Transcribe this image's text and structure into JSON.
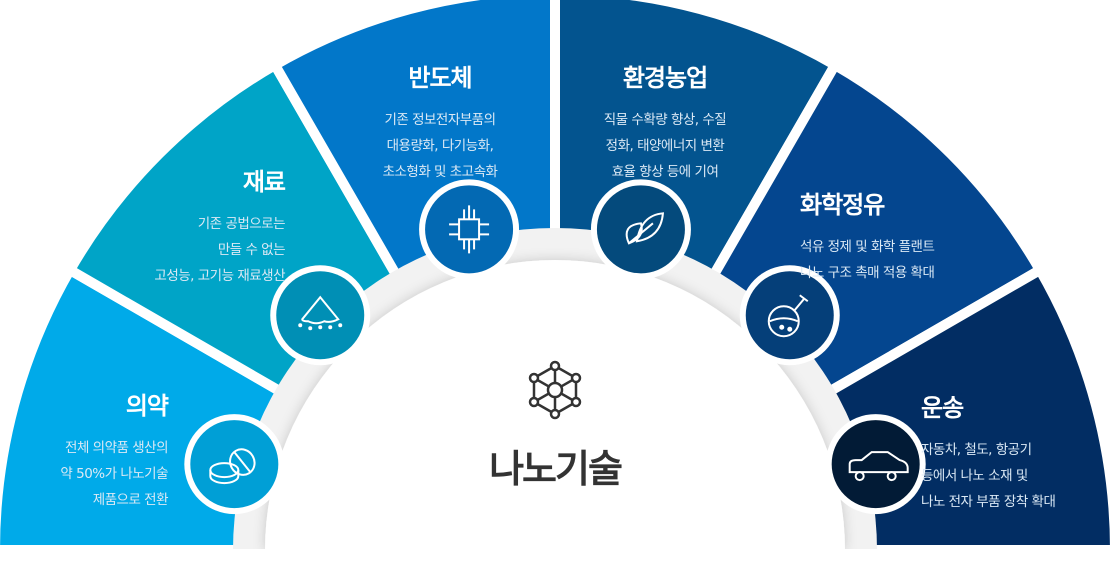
{
  "center": {
    "title": "나노기술",
    "icon": "nano-molecule-icon"
  },
  "sectors": [
    {
      "id": "pharma",
      "title": "의약",
      "lines": [
        "전체 의약품 생산의",
        "약 50%가 나노기술",
        "제품으로 전환"
      ],
      "color": "#00aae9",
      "icon_color": "#009fd6",
      "icon": "pills-icon"
    },
    {
      "id": "materials",
      "title": "재료",
      "lines": [
        "기존 공법으로는",
        "만들 수 없는",
        "고성능, 고기능 재료생산"
      ],
      "color": "#00a4c7",
      "icon_color": "#008fb5",
      "icon": "powder-pile-icon"
    },
    {
      "id": "semiconductor",
      "title": "반도체",
      "lines": [
        "기존 정보전자부품의",
        "대용량화, 다기능화,",
        "초소형화 및 초고속화"
      ],
      "color": "#0277c9",
      "icon_color": "#0369b3",
      "icon": "chip-icon"
    },
    {
      "id": "env-agri",
      "title": "환경농업",
      "lines": [
        "직물 수확량 향상, 수질",
        "정화, 태양에너지 변환",
        "효율 향상 등에 기여"
      ],
      "color": "#03548f",
      "icon_color": "#044a7c",
      "icon": "leaf-icon"
    },
    {
      "id": "petrochem",
      "title": "화학정유",
      "lines": [
        "석유 정제 및 화학 플랜트",
        "나노 구조 촉매 적용 확대"
      ],
      "color": "#04468f",
      "icon_color": "#053f79",
      "icon": "flask-icon"
    },
    {
      "id": "transport",
      "title": "운송",
      "lines": [
        "자동차, 철도, 항공기",
        "등에서 나노 소재 및",
        "나노 전자 부품 장착 확대"
      ],
      "color": "#022d63",
      "icon_color": "#021b36",
      "icon": "car-icon"
    }
  ]
}
